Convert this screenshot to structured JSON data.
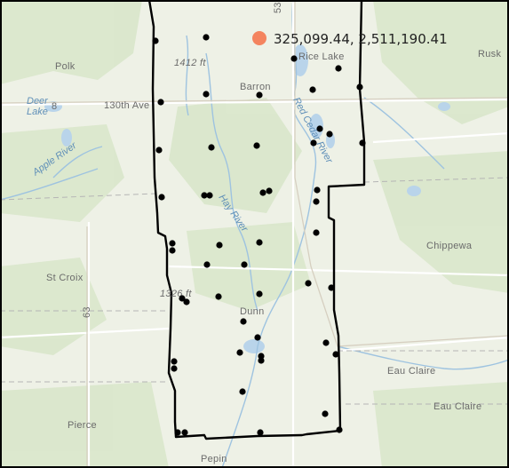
{
  "coordinate_readout": {
    "text": "325,099.44, 2,511,190.41",
    "marker_color": "#f4845f"
  },
  "place_labels": {
    "polk": "Polk",
    "deer_lake": "Deer",
    "deer_lake_2": "Lake",
    "road_130th": "130th Ave",
    "apple_river": "Apple River",
    "st_croix": "St Croix",
    "pierce": "Pierce",
    "barron": "Barron",
    "rice_lake": "Rice Lake",
    "rusk": "Rusk",
    "red_cedar_river": "Red Cedar River",
    "hay_river": "Hay River",
    "chippewa": "Chippewa",
    "dunn": "Dunn",
    "eau_claire_city": "Eau Claire",
    "eau_claire_county": "Eau Claire",
    "pepin": "Pepin",
    "elev_1412": "1412 ft",
    "elev_1326": "1326 ft",
    "route_63": "63",
    "route_8": "8",
    "route_53": "53"
  },
  "colors": {
    "basemap": "#eef1e6",
    "forest": "#d7e6c8",
    "water": "#b7d3ea",
    "road": "#ffffff",
    "county_line": "#b7b7b7",
    "study_area_outline": "#000000",
    "sample_point": "#000000"
  }
}
